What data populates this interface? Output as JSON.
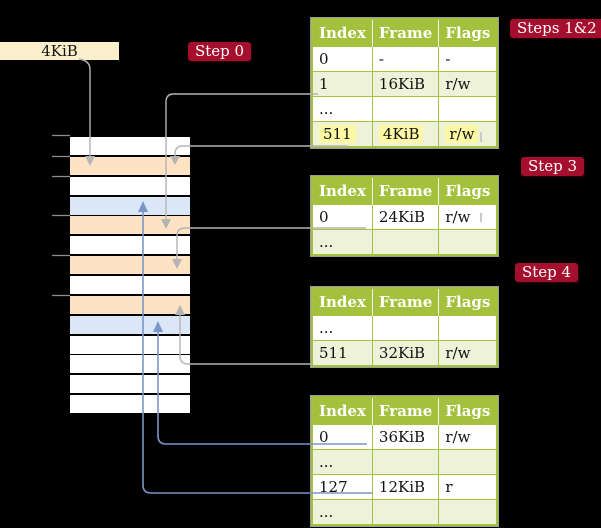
{
  "labels": {
    "size_box": "4KiB",
    "step_0": "Step 0",
    "steps_1_2": "Steps 1&2",
    "step_3": "Step 3",
    "step_4": "Step 4"
  },
  "memory_strip": {
    "rows": [
      {
        "role": "free",
        "color": "#ffffff"
      },
      {
        "role": "page-table",
        "color": "#fde3c4"
      },
      {
        "role": "free",
        "color": "#ffffff"
      },
      {
        "role": "data-page",
        "color": "#dbe7f6"
      },
      {
        "role": "page-table",
        "color": "#fde3c4"
      },
      {
        "role": "free",
        "color": "#ffffff"
      },
      {
        "role": "page-table",
        "color": "#fde3c4"
      },
      {
        "role": "free",
        "color": "#ffffff"
      },
      {
        "role": "page-table",
        "color": "#fde3c4"
      },
      {
        "role": "data-page",
        "color": "#dbe7f6"
      },
      {
        "role": "free",
        "color": "#ffffff"
      },
      {
        "role": "free",
        "color": "#ffffff"
      },
      {
        "role": "free",
        "color": "#ffffff"
      },
      {
        "role": "free",
        "color": "#ffffff"
      }
    ]
  },
  "tables": [
    {
      "id": "level-4-table",
      "headers": [
        "Index",
        "Frame",
        "Flags"
      ],
      "rows": [
        {
          "index": "0",
          "frame": "-",
          "flags": "-",
          "highlight": false
        },
        {
          "index": "1",
          "frame": "16KiB",
          "flags": "r/w",
          "highlight": false
        },
        {
          "index": "...",
          "frame": "",
          "flags": "",
          "highlight": false
        },
        {
          "index": "511",
          "frame": "4KiB",
          "flags": "r/w",
          "highlight": true
        }
      ]
    },
    {
      "id": "level-3-table",
      "headers": [
        "Index",
        "Frame",
        "Flags"
      ],
      "rows": [
        {
          "index": "0",
          "frame": "24KiB",
          "flags": "r/w",
          "highlight": false
        },
        {
          "index": "...",
          "frame": "",
          "flags": "",
          "highlight": false
        }
      ]
    },
    {
      "id": "level-2-table",
      "headers": [
        "Index",
        "Frame",
        "Flags"
      ],
      "rows": [
        {
          "index": "...",
          "frame": "",
          "flags": "",
          "highlight": false
        },
        {
          "index": "511",
          "frame": "32KiB",
          "flags": "r/w",
          "highlight": false
        }
      ]
    },
    {
      "id": "level-1-table",
      "headers": [
        "Index",
        "Frame",
        "Flags"
      ],
      "rows": [
        {
          "index": "0",
          "frame": "36KiB",
          "flags": "r/w",
          "highlight": false
        },
        {
          "index": "...",
          "frame": "",
          "flags": "",
          "highlight": false
        },
        {
          "index": "127",
          "frame": "12KiB",
          "flags": "r",
          "highlight": false
        },
        {
          "index": "...",
          "frame": "",
          "flags": "",
          "highlight": false
        }
      ]
    }
  ],
  "colors": {
    "background": "#000000",
    "label_bg": "#a50e2d",
    "label_text": "#ffffff",
    "table_header_bg": "#a3c13c",
    "table_border": "#a3c13c",
    "table_row_alt": "#edf2d8",
    "highlight_yellow": "#fdf8a4",
    "size_box_bg": "#fbeeca",
    "arrow_gray": "#b4b4b4",
    "arrow_blue": "#7b96c8"
  }
}
